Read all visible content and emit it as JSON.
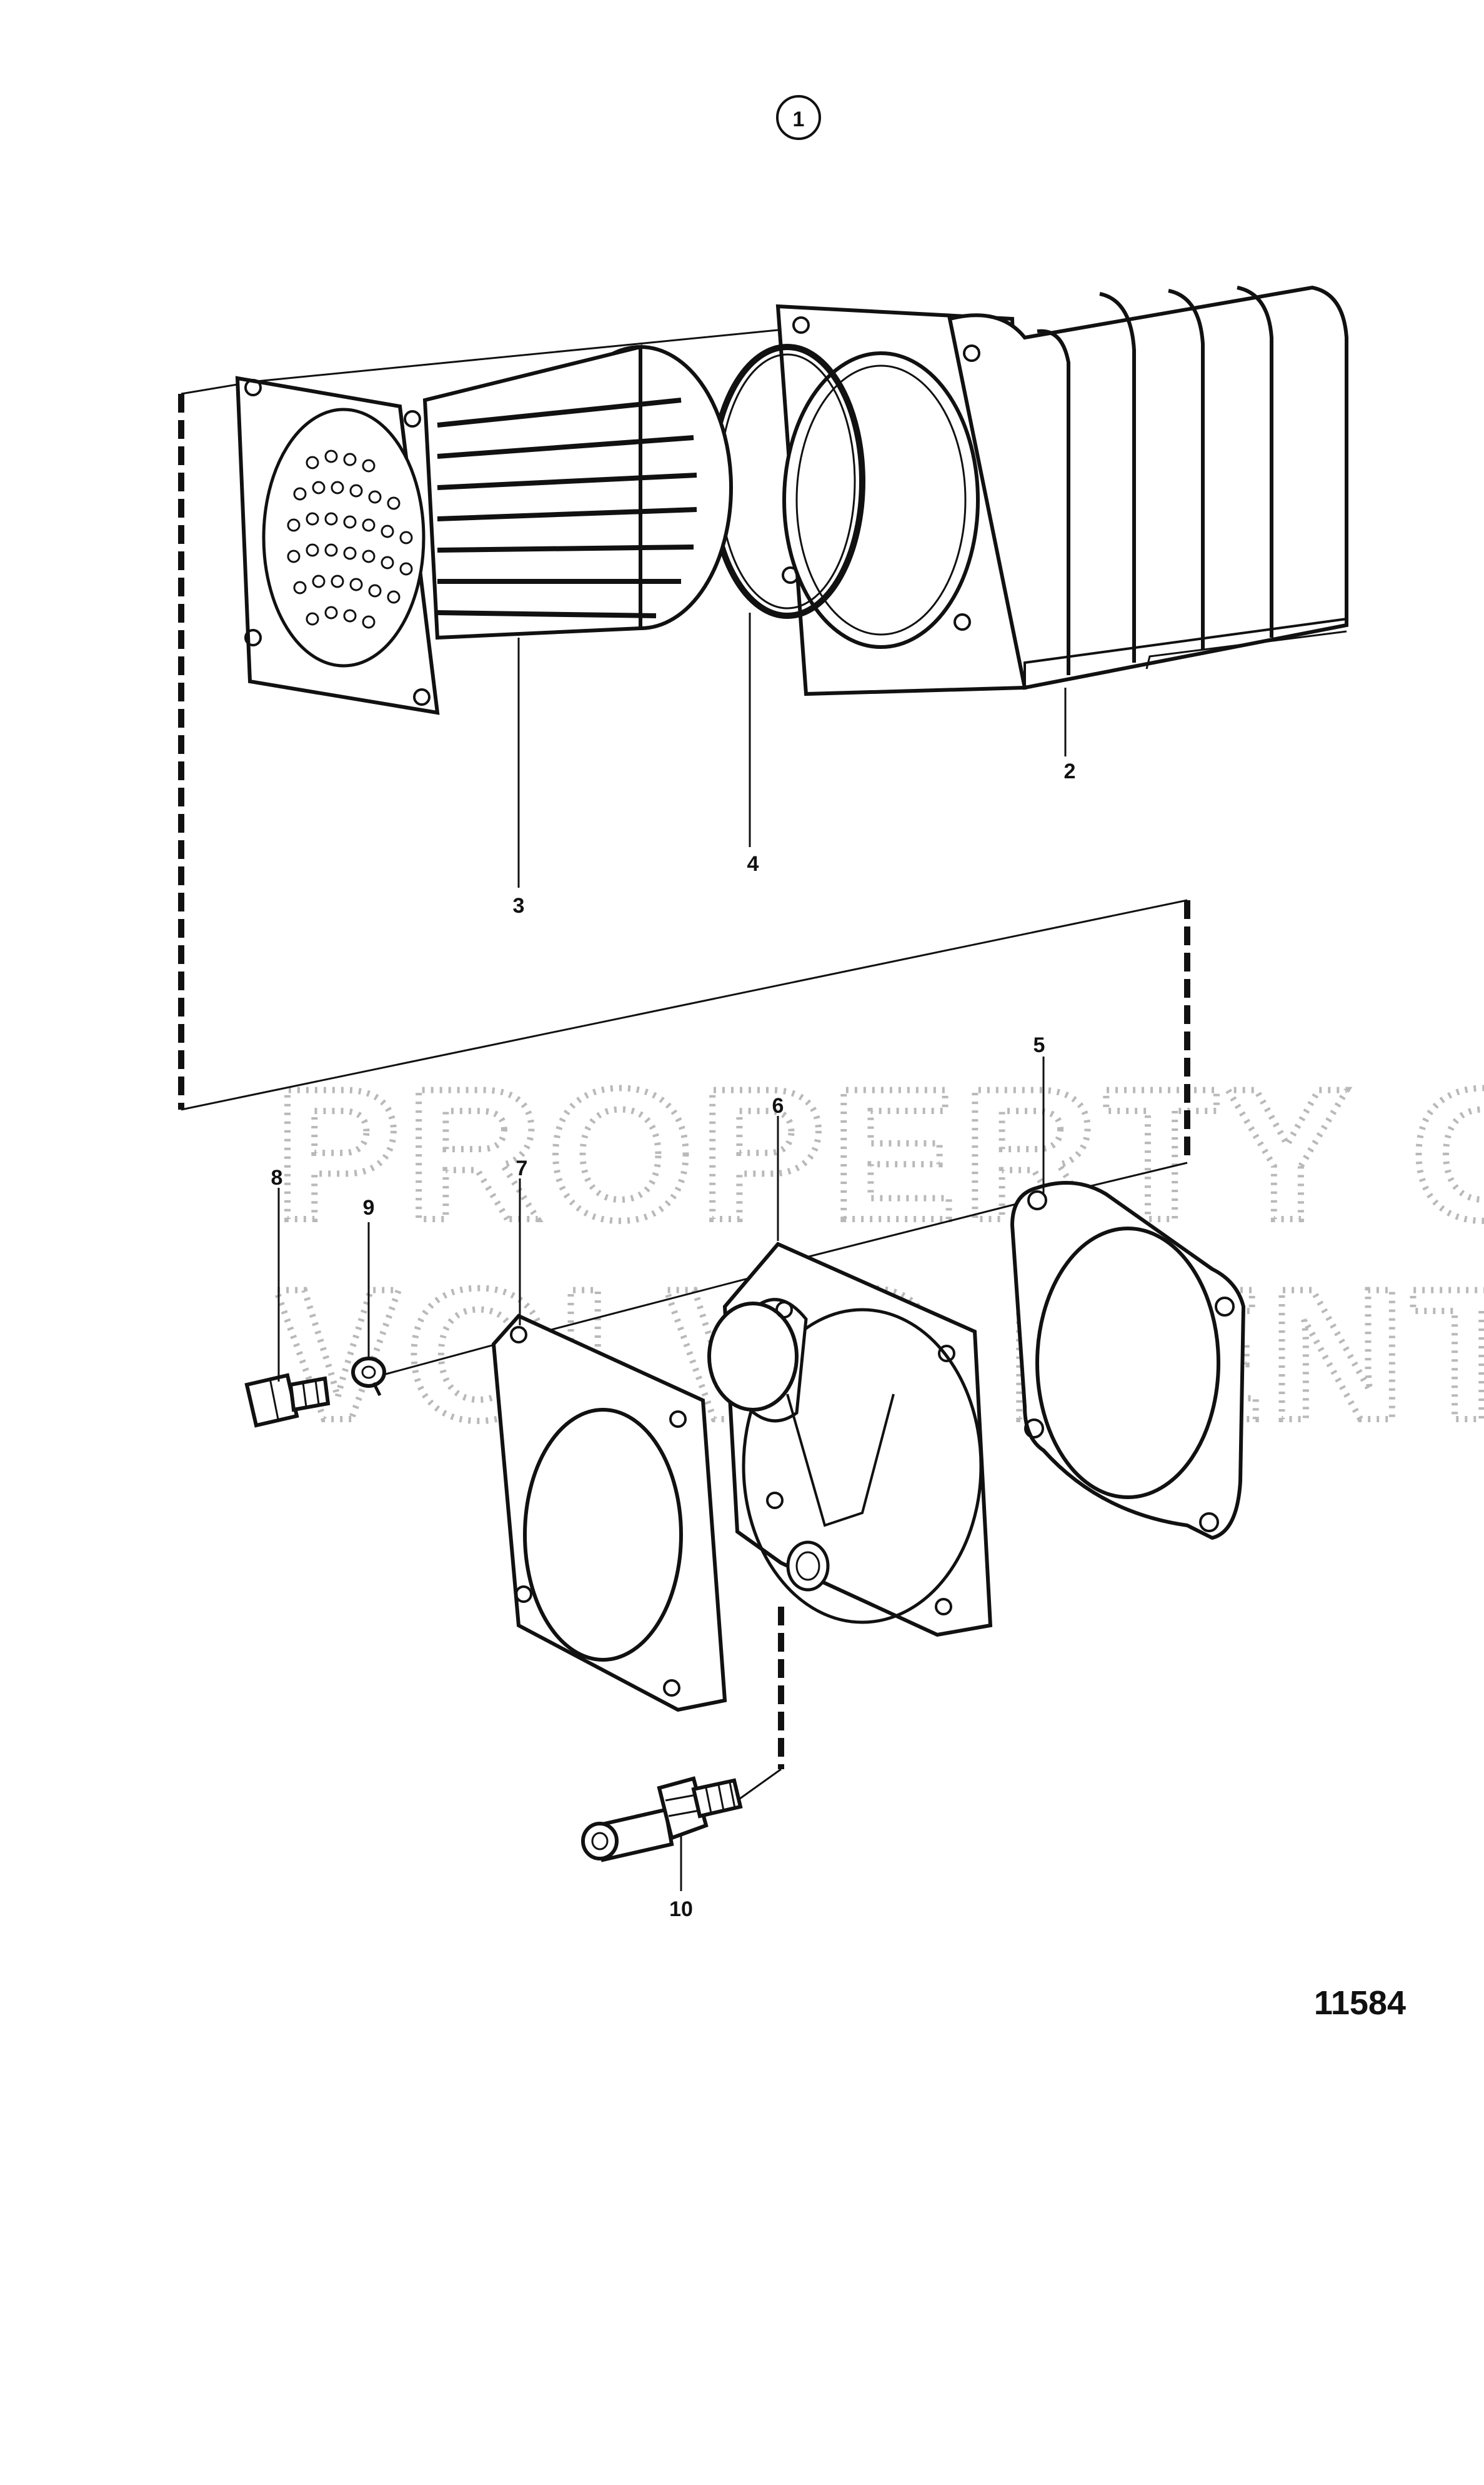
{
  "diagram": {
    "view_number": "1",
    "drawing_number": "11584",
    "watermark": {
      "line1": "PROPERTY OF",
      "line2": "VOLVO PENTA"
    },
    "callouts": [
      {
        "id": "2",
        "part": "heat-exchanger-housing"
      },
      {
        "id": "3",
        "part": "tube-insert"
      },
      {
        "id": "4",
        "part": "o-ring"
      },
      {
        "id": "5",
        "part": "rear-gasket"
      },
      {
        "id": "6",
        "part": "end-cover"
      },
      {
        "id": "7",
        "part": "front-gasket"
      },
      {
        "id": "8",
        "part": "bolt"
      },
      {
        "id": "9",
        "part": "washer"
      },
      {
        "id": "10",
        "part": "nipple"
      }
    ]
  }
}
